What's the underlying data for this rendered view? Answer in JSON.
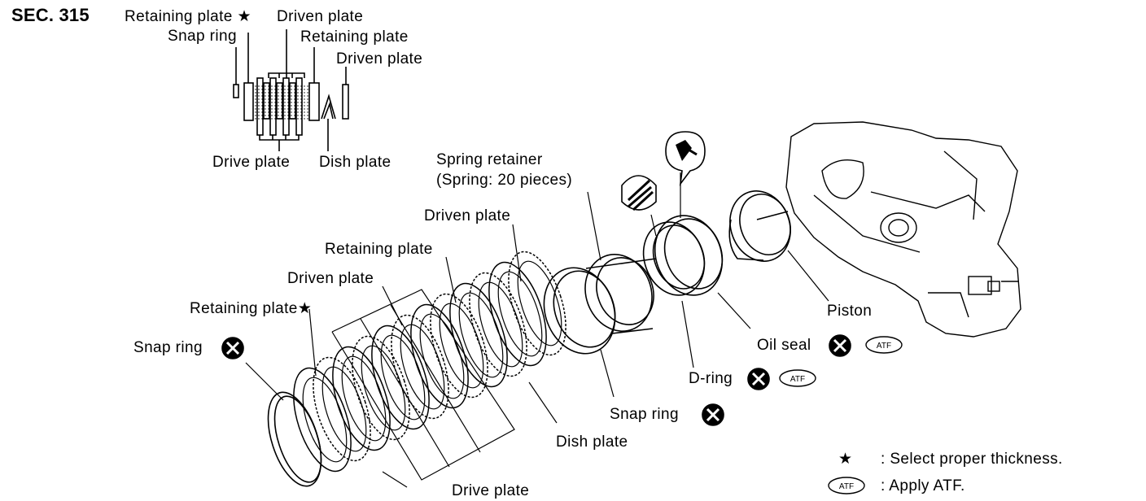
{
  "section": "SEC. 315",
  "inset_labels": {
    "retaining_plate_star": "Retaining plate",
    "driven_plate_top": "Driven plate",
    "snap_ring": "Snap ring",
    "retaining_plate": "Retaining plate",
    "driven_plate_right": "Driven plate",
    "drive_plate": "Drive plate",
    "dish_plate": "Dish plate"
  },
  "main_labels": {
    "spring_retainer": "Spring retainer",
    "spring_note": "(Spring: 20 pieces)",
    "driven_plate_upper": "Driven plate",
    "retaining_plate": "Retaining plate",
    "driven_plate_lower": "Driven plate",
    "retaining_plate_star": "Retaining plate",
    "snap_ring_left": "Snap ring",
    "piston": "Piston",
    "oil_seal": "Oil seal",
    "d_ring": "D-ring",
    "snap_ring_right": "Snap ring",
    "dish_plate": "Dish plate",
    "drive_plate": "Drive plate"
  },
  "symbols": {
    "star": "★",
    "atf_badge": "ATF"
  },
  "legend": {
    "star_text": ":  Select proper thickness.",
    "atf_text": ":  Apply ATF."
  },
  "icons": [
    "replace-part-icon",
    "atf-badge-icon",
    "star-icon",
    "petroleum-jelly-icon",
    "grease-icon"
  ]
}
